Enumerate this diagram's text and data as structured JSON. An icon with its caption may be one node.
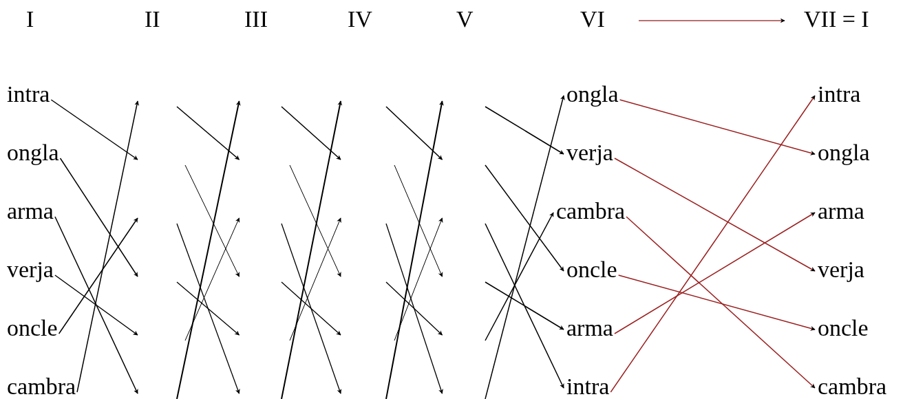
{
  "diagram": {
    "nodes": [
      {
        "text": [
          "intra"
        ]
      },
      {
        "text": [
          "ongla"
        ]
      },
      {
        "text": [
          "arma"
        ]
      },
      {
        "text": [
          "verja"
        ]
      },
      {
        "text": [
          "oncle"
        ]
      },
      {
        "text": [
          "cambra"
        ]
      },
      {
        "text": [
          "ongla"
        ]
      },
      {
        "text": [
          "verja"
        ]
      },
      {
        "text": [
          "cambra"
        ]
      },
      {
        "text": [
          "oncle"
        ]
      },
      {
        "text": [
          "arma"
        ]
      },
      {
        "text": [
          "intra"
        ]
      },
      {
        "text": [
          "intra"
        ]
      },
      {
        "text": [
          "ongla"
        ]
      },
      {
        "text": [
          "arma"
        ]
      },
      {
        "text": [
          "verja"
        ]
      },
      {
        "text": [
          "oncle"
        ]
      },
      {
        "text": [
          "cambra"
        ]
      }
    ],
    "edges": [
      {
        "from": 0,
        "to": null,
        "arrow": "to"
      },
      {
        "from": 1,
        "to": null,
        "arrow": "to"
      },
      {
        "from": 2,
        "to": null,
        "arrow": "to"
      },
      {
        "from": 3,
        "to": null,
        "arrow": "to"
      },
      {
        "from": 4,
        "to": null,
        "arrow": "to"
      },
      {
        "from": 5,
        "to": null,
        "arrow": "to"
      },
      {
        "from": null,
        "to": 7,
        "arrow": "to"
      },
      {
        "from": null,
        "to": 9,
        "arrow": "to"
      },
      {
        "from": null,
        "to": 11,
        "arrow": "to"
      },
      {
        "from": null,
        "to": 10,
        "arrow": "to"
      },
      {
        "from": null,
        "to": 8,
        "arrow": "to"
      },
      {
        "from": null,
        "to": 6,
        "arrow": "to"
      },
      {
        "from": 6,
        "to": 13,
        "arrow": "to",
        "color": "#9b2020"
      },
      {
        "from": 7,
        "to": 15,
        "arrow": "to",
        "color": "#9b2020"
      },
      {
        "from": 8,
        "to": 17,
        "arrow": "to",
        "color": "#9b2020"
      },
      {
        "from": 9,
        "to": 16,
        "arrow": "to",
        "color": "#9b2020"
      },
      {
        "from": 10,
        "to": 14,
        "arrow": "to",
        "color": "#9b2020"
      },
      {
        "from": 11,
        "to": 12,
        "arrow": "to",
        "color": "#9b2020"
      }
    ],
    "labels": [
      "I",
      "II",
      "III",
      "IV",
      "V",
      "VI",
      "VII = I"
    ]
  }
}
